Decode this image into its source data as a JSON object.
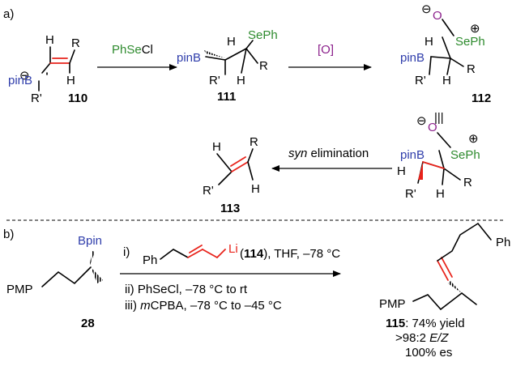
{
  "colors": {
    "boron": "#2f3dab",
    "selenium": "#2e8b2e",
    "oxidant": "#8b1f8b",
    "alkene": "#e8231b",
    "lithium": "#e8231b"
  },
  "part_a": {
    "label": "a)",
    "c110": {
      "atom_H1": "H",
      "atom_R": "R",
      "atom_H2": "H",
      "pinB": "pinB",
      "R_prime": "R'",
      "charge": "⊖",
      "number": "110"
    },
    "reagent1": {
      "prefix": "PhSe",
      "suffix": "Cl"
    },
    "c111": {
      "pinB": "pinB",
      "atom_H1": "H",
      "SePh": "SePh",
      "R_prime": "R'",
      "atom_H2": "H",
      "atom_R": "R",
      "number": "111"
    },
    "reagent2": "[O]",
    "c112": {
      "pinB": "pinB",
      "atom_H1": "H",
      "O": "O",
      "minus": "⊖",
      "plus": "⊕",
      "SePh": "SePh",
      "R_prime": "R'",
      "atom_H2": "H",
      "atom_R": "R",
      "number": "112"
    },
    "equivalence": "|||",
    "conf": {
      "pinB": "pinB",
      "H_left": "H",
      "O": "O",
      "minus": "⊖",
      "plus": "⊕",
      "SePh": "SePh",
      "R_prime": "R'",
      "atom_H2": "H",
      "atom_R": "R"
    },
    "elimination": {
      "syn": "syn",
      "rest": " elimination"
    },
    "c113": {
      "atom_H1": "H",
      "atom_R": "R",
      "R_prime": "R'",
      "atom_H2": "H",
      "number": "113"
    }
  },
  "part_b": {
    "label": "b)",
    "c28": {
      "Bpin": "Bpin",
      "PMP": "PMP",
      "number": "28"
    },
    "step1": {
      "prefix": "i)",
      "Ph": "Ph",
      "Li": "Li",
      "open": " (",
      "num": "114",
      "close": "), THF, –78 °C"
    },
    "step2": "ii) PhSeCl, –78 °C to rt",
    "step3": {
      "prefix": "iii) ",
      "m": "m",
      "rest": "CPBA, –78 °C to –45 °C"
    },
    "c115": {
      "Ph": "Ph",
      "PMP": "PMP",
      "number": "115",
      "yield": ": 74% yield",
      "ez_prefix": ">98:2 ",
      "ez": "E/Z",
      "es": "100% es"
    }
  }
}
